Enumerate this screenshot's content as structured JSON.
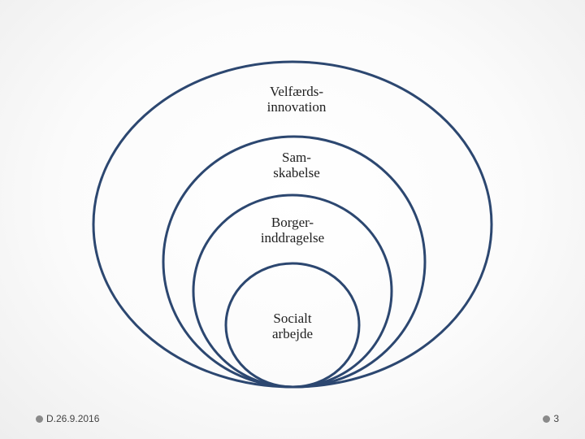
{
  "diagram": {
    "rings": [
      {
        "id": "velfaerd",
        "line1": "Velfærds-",
        "line2": "innovation"
      },
      {
        "id": "sam",
        "line1": "Sam-",
        "line2": "skabelse"
      },
      {
        "id": "borger",
        "line1": "Borger-",
        "line2": "inddragelse"
      },
      {
        "id": "socialt",
        "line1": "Socialt",
        "line2": "arbejde"
      }
    ],
    "stroke_color": "#2c4770"
  },
  "footer": {
    "date": "D.26.9.2016",
    "page_number": "3",
    "bullet_color": "#8a8a8a"
  }
}
